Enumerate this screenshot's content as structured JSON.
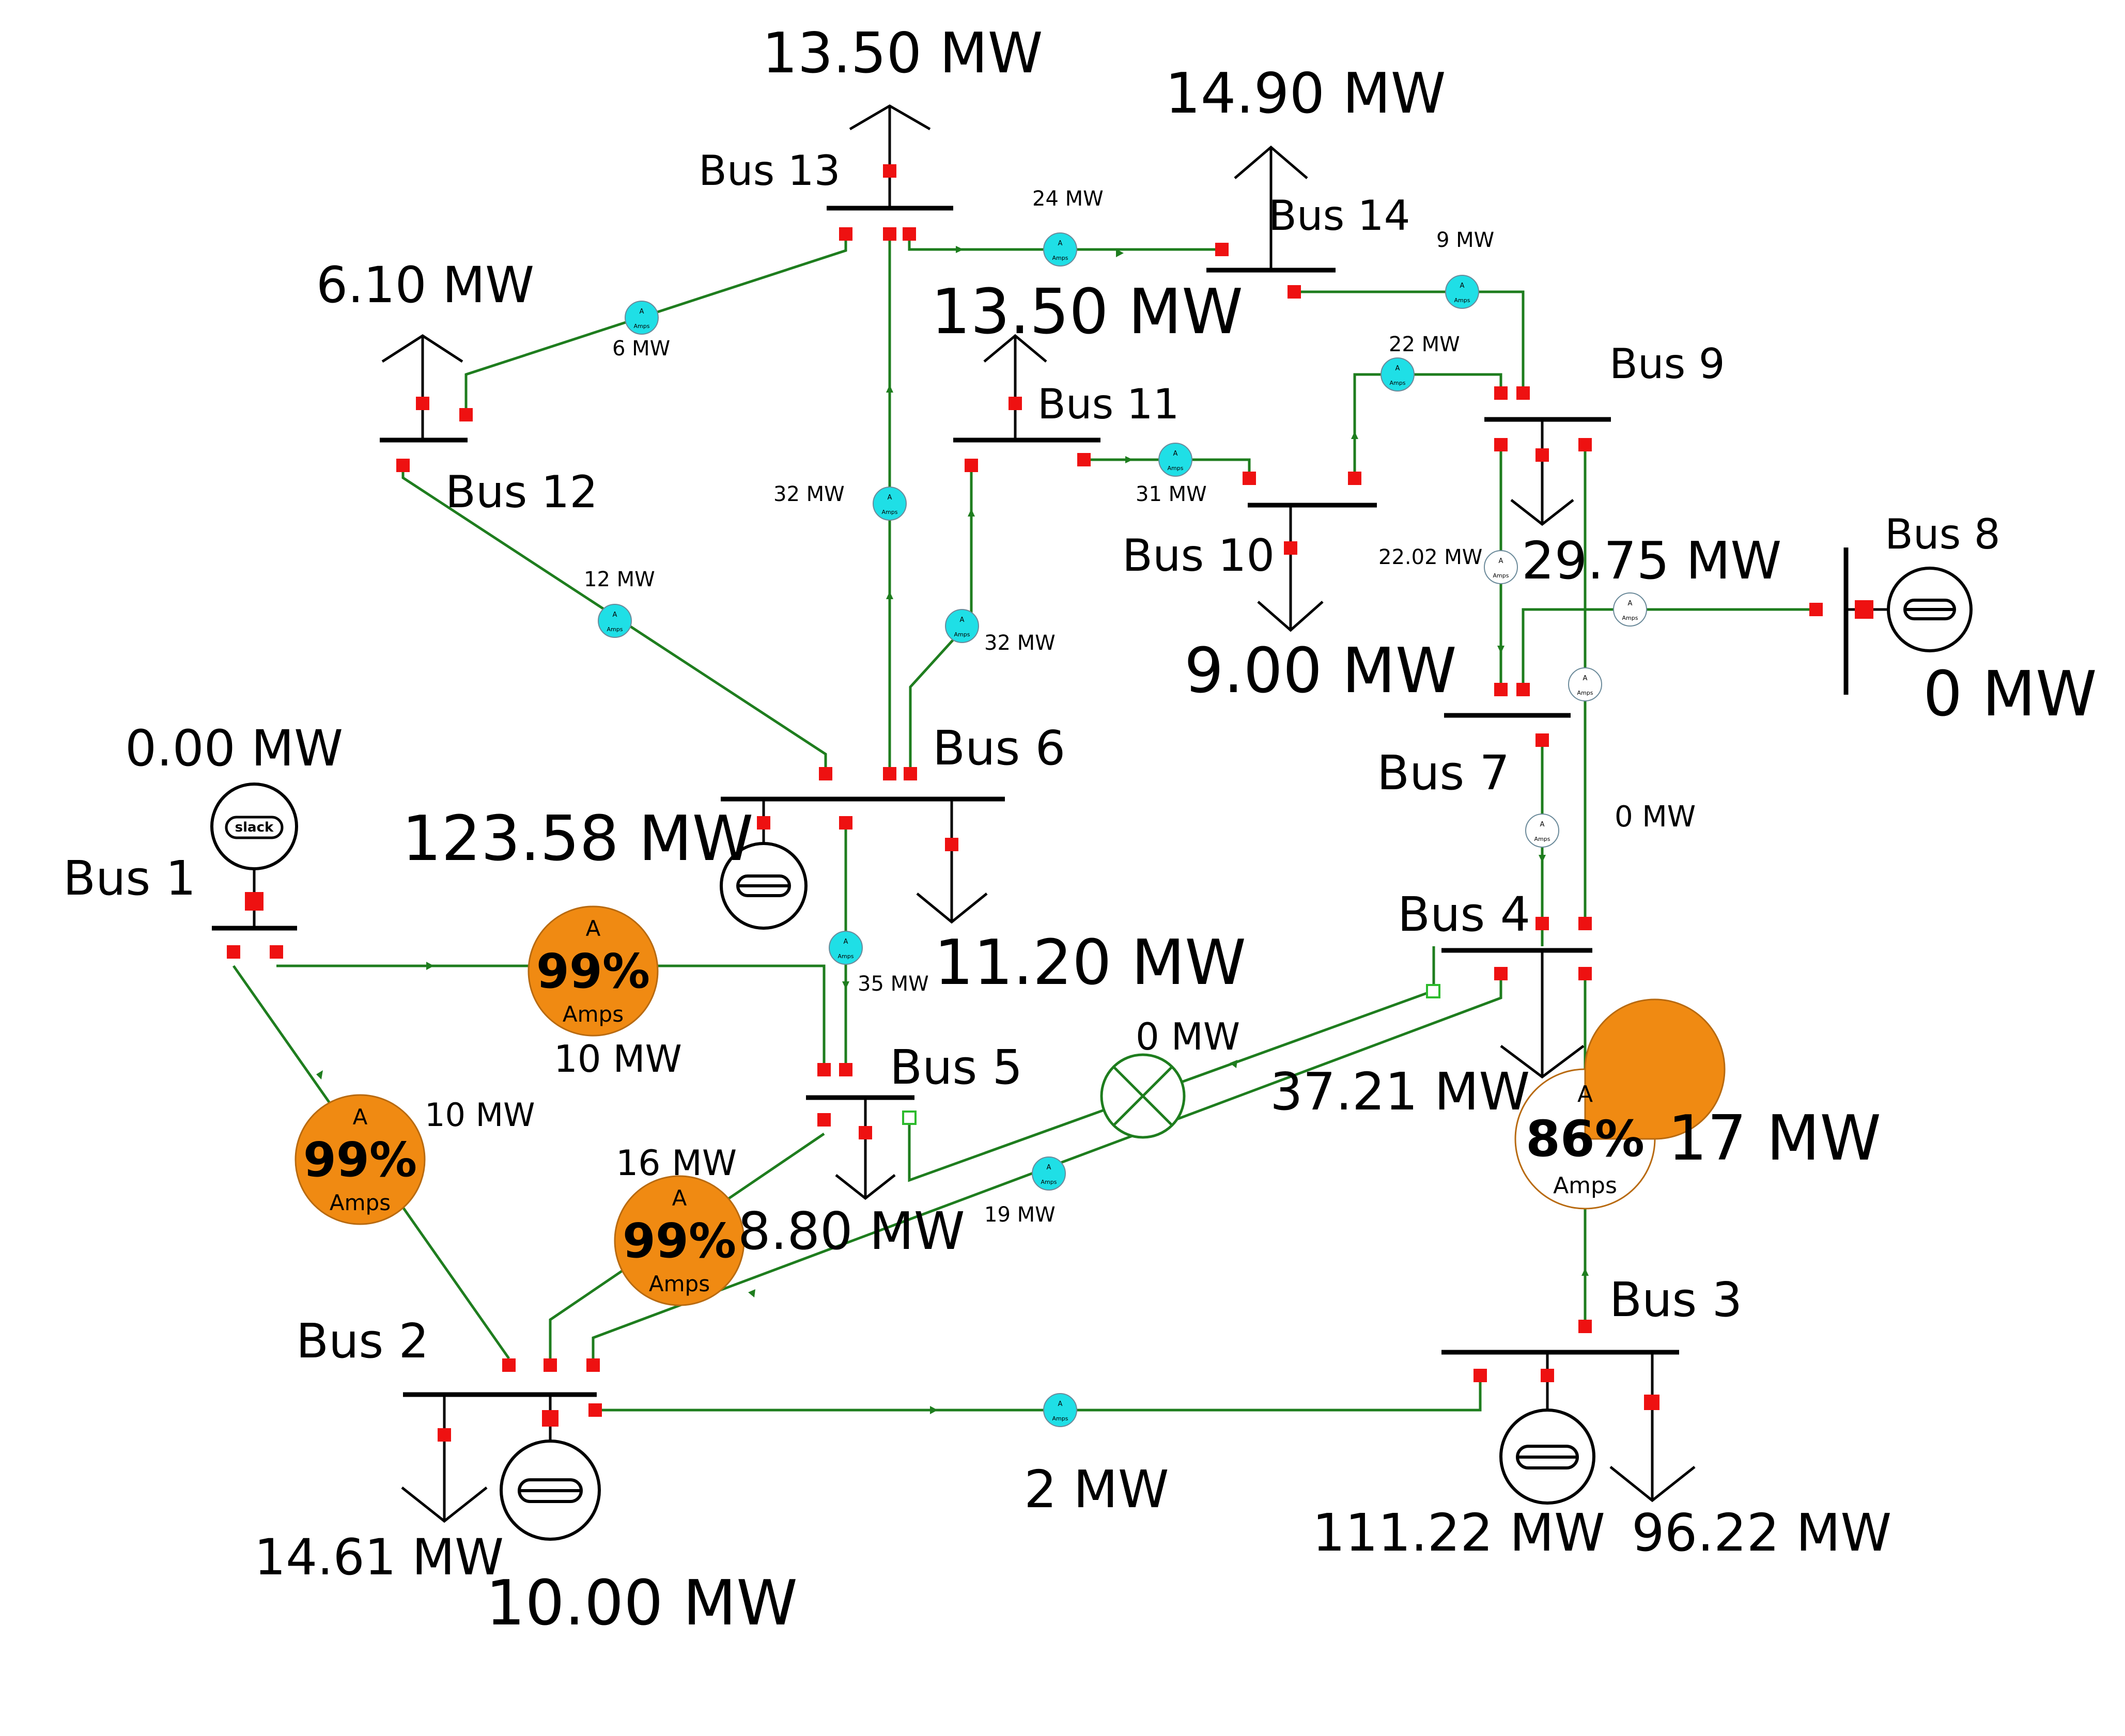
{
  "colors": {
    "line": "#1e7d1e",
    "breaker_closed": "#ee1111",
    "gauge_small": "#1fdfe6",
    "gauge_big": "#f08a12",
    "bus": "#000000"
  },
  "buses": [
    {
      "id": "bus1",
      "label": "Bus 1"
    },
    {
      "id": "bus2",
      "label": "Bus 2"
    },
    {
      "id": "bus3",
      "label": "Bus 3"
    },
    {
      "id": "bus4",
      "label": "Bus 4"
    },
    {
      "id": "bus5",
      "label": "Bus 5"
    },
    {
      "id": "bus6",
      "label": "Bus 6"
    },
    {
      "id": "bus7",
      "label": "Bus 7"
    },
    {
      "id": "bus8",
      "label": "Bus 8"
    },
    {
      "id": "bus9",
      "label": "Bus 9"
    },
    {
      "id": "bus10",
      "label": "Bus 10"
    },
    {
      "id": "bus11",
      "label": "Bus 11"
    },
    {
      "id": "bus12",
      "label": "Bus 12"
    },
    {
      "id": "bus13",
      "label": "Bus 13"
    },
    {
      "id": "bus14",
      "label": "Bus 14"
    }
  ],
  "generators": [
    {
      "id": "gen1",
      "bus": "Bus 1",
      "type": "slack",
      "symbol_text": "slack",
      "output": "0.00 MW"
    },
    {
      "id": "gen2",
      "bus": "Bus 2",
      "type": "generator",
      "output": "10.00 MW"
    },
    {
      "id": "gen3",
      "bus": "Bus 3",
      "type": "generator",
      "output": "111.22 MW"
    },
    {
      "id": "gen6",
      "bus": "Bus 6",
      "type": "generator",
      "output": "123.58 MW"
    },
    {
      "id": "gen8",
      "bus": "Bus 8",
      "type": "generator",
      "output": "0 MW"
    }
  ],
  "loads": [
    {
      "id": "load2",
      "bus": "Bus 2",
      "value": "14.61 MW"
    },
    {
      "id": "load3",
      "bus": "Bus 3",
      "value": "96.22 MW"
    },
    {
      "id": "load4",
      "bus": "Bus 4",
      "value": "37.21 MW"
    },
    {
      "id": "load5",
      "bus": "Bus 5",
      "value": "8.80 MW"
    },
    {
      "id": "load6",
      "bus": "Bus 6",
      "value": "11.20 MW"
    },
    {
      "id": "load9",
      "bus": "Bus 9",
      "value": "29.75 MW"
    },
    {
      "id": "load10",
      "bus": "Bus 10",
      "value": "9.00 MW"
    },
    {
      "id": "load11",
      "bus": "Bus 11",
      "value": "13.50 MW"
    },
    {
      "id": "load12",
      "bus": "Bus 12",
      "value": "6.10 MW"
    },
    {
      "id": "load13",
      "bus": "Bus 13",
      "value": "13.50 MW"
    },
    {
      "id": "load14",
      "bus": "Bus 14",
      "value": "14.90 MW"
    }
  ],
  "flows": {
    "l1_5": "10 MW",
    "l1_2": "10 MW",
    "l2_5": "16 MW",
    "l2_4": "19 MW",
    "l2_3": "2 MW",
    "l3_4": "17 MW",
    "l4_5_trafo": "0 MW",
    "l4_9": "0 MW",
    "l6_5": "35 MW",
    "l6_12": "12 MW",
    "l6_13": "32 MW",
    "l6_11": "32 MW",
    "l11_10": "31 MW",
    "l10_9": "22 MW",
    "l12_13": "6 MW",
    "l13_14": "24 MW",
    "l14_9": "9 MW",
    "l9_7": "22.02 MW"
  },
  "gauges": {
    "big": [
      {
        "id": "g1_5",
        "top": "A",
        "percent": "99%",
        "bottom": "Amps",
        "loading": 0.99
      },
      {
        "id": "g1_2",
        "top": "A",
        "percent": "99%",
        "bottom": "Amps",
        "loading": 0.99
      },
      {
        "id": "g2_5",
        "top": "A",
        "percent": "99%",
        "bottom": "Amps",
        "loading": 0.99
      },
      {
        "id": "g3_4",
        "top": "A",
        "percent": "86%",
        "bottom": "Amps",
        "loading": 0.86
      }
    ],
    "small_label_top": "A",
    "small_label_bottom": "Amps"
  }
}
